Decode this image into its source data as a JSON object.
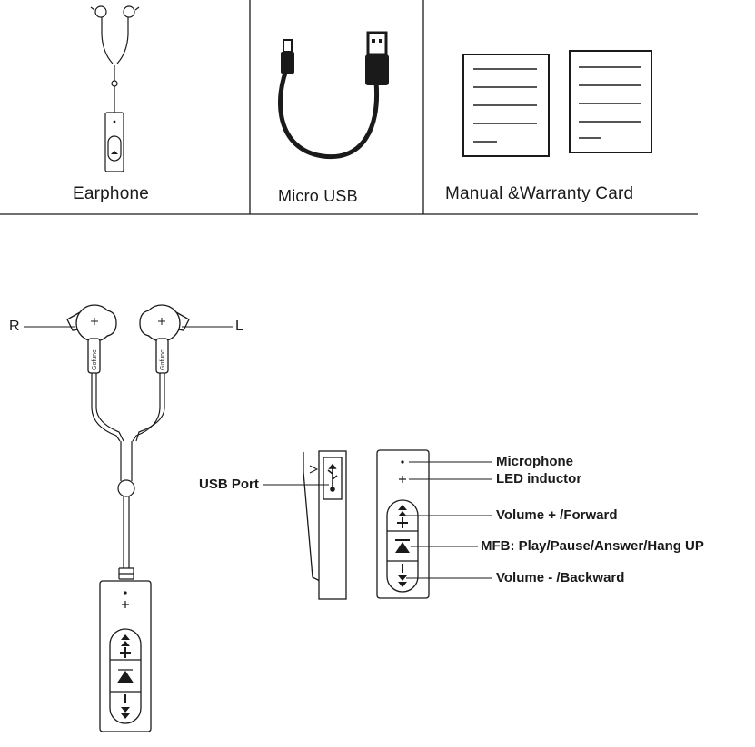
{
  "package_contents": {
    "items": [
      {
        "label": "Earphone"
      },
      {
        "label": "Micro USB"
      },
      {
        "label": "Manual &Warranty Card"
      }
    ]
  },
  "diagram": {
    "side_right": "R",
    "side_left": "L",
    "callouts": {
      "usb_port": "USB Port",
      "microphone": "Microphone",
      "led": "LED inductor",
      "volume_up": "Volume + /Forward",
      "mfb": "MFB: Play/Pause/Answer/Hang UP",
      "volume_down": "Volume - /Backward"
    },
    "brand_mark": "Gofunc"
  },
  "colors": {
    "line": "#1a1a1a",
    "background": "#ffffff"
  },
  "icons": [
    "usb-icon",
    "volume-up-icon",
    "play-pause-icon",
    "volume-down-icon"
  ]
}
